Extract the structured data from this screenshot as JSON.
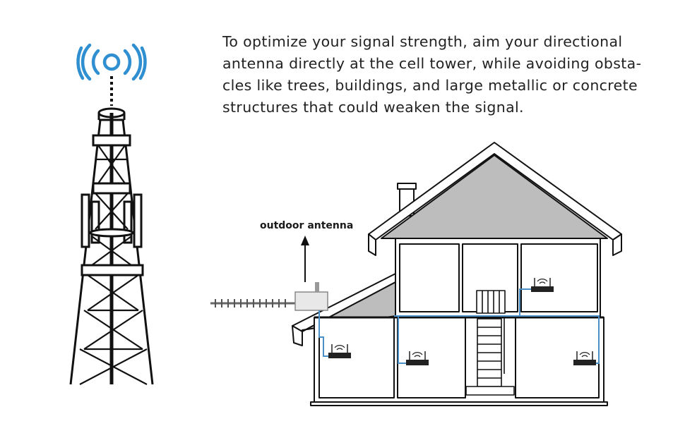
{
  "description_lines": [
    "To optimize your signal strength, aim your directional",
    "antenna directly at the cell tower, while avoiding obsta-",
    "cles like trees, buildings, and large metallic or concrete",
    "structures that could weaken the signal."
  ],
  "outdoor_antenna_label": "outdoor antenna",
  "colors": {
    "signal": "#2f8fd0",
    "cable": "#4a8fc8",
    "roof_fill": "#bdbdbd",
    "line": "#111111"
  },
  "icons": [
    "signal-waves-icon",
    "cell-tower-icon",
    "house-icon",
    "directional-antenna-icon",
    "wifi-icon",
    "arrow-up-icon"
  ]
}
